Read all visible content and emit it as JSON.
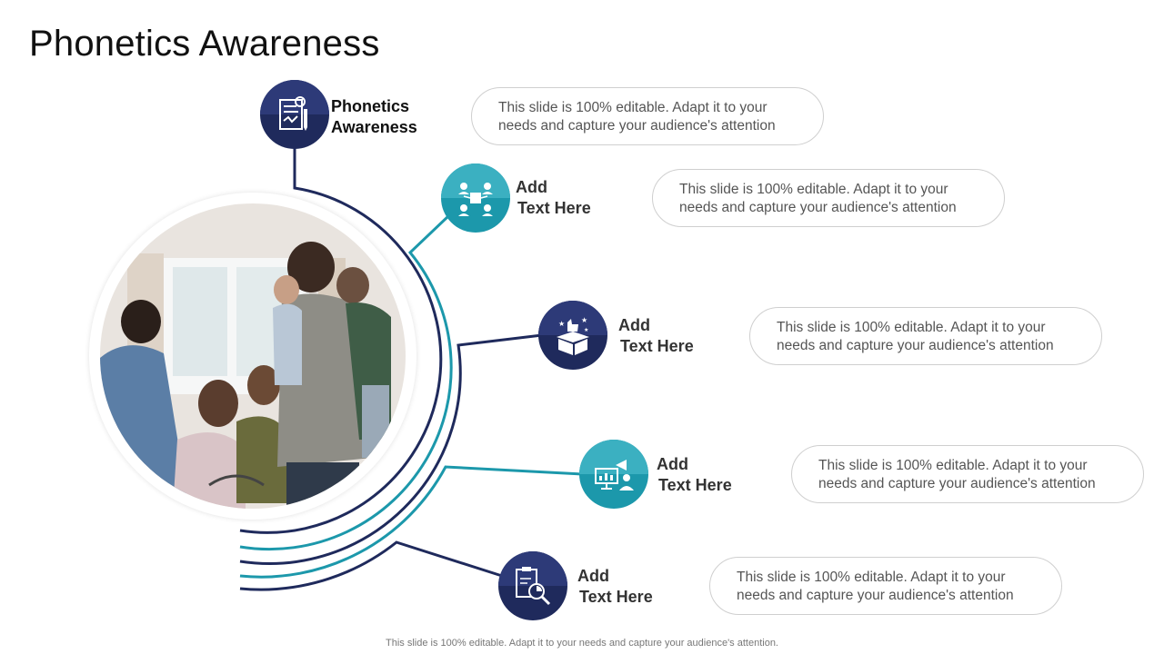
{
  "slide": {
    "title": "Phonetics Awareness",
    "footer": "This slide is 100% editable. Adapt it to your needs and capture your audience's attention.",
    "colors": {
      "navy": "#1f2a5c",
      "teal": "#1c98ab",
      "navy_light": "#2d3a78",
      "teal_light": "#3bb0c1"
    }
  },
  "items": [
    {
      "label_line1": "Phonetics",
      "label_line2": "Awareness",
      "description_line1": "This slide is 100% editable. Adapt it to your",
      "description_line2": "needs and capture your audience's attention",
      "icon": "document-settings-icon",
      "color": "navy"
    },
    {
      "label_line1": "Add",
      "label_line2": "Text Here",
      "description_line1": "This slide is 100% editable. Adapt it to your",
      "description_line2": "needs and capture your audience's attention",
      "icon": "team-network-icon",
      "color": "teal"
    },
    {
      "label_line1": "Add",
      "label_line2": "Text Here",
      "description_line1": "This slide is 100% editable. Adapt it to your",
      "description_line2": "needs and capture your audience's attention",
      "icon": "thumbs-up-box-icon",
      "color": "navy"
    },
    {
      "label_line1": "Add",
      "label_line2": "Text Here",
      "description_line1": "This slide is 100% editable. Adapt it to your",
      "description_line2": "needs and capture your audience's attention",
      "icon": "presentation-megaphone-icon",
      "color": "teal"
    },
    {
      "label_line1": "Add",
      "label_line2": "Text Here",
      "description_line1": "This slide is 100% editable. Adapt it to your",
      "description_line2": "needs and capture your audience's attention",
      "icon": "report-magnifier-icon",
      "color": "navy"
    }
  ]
}
